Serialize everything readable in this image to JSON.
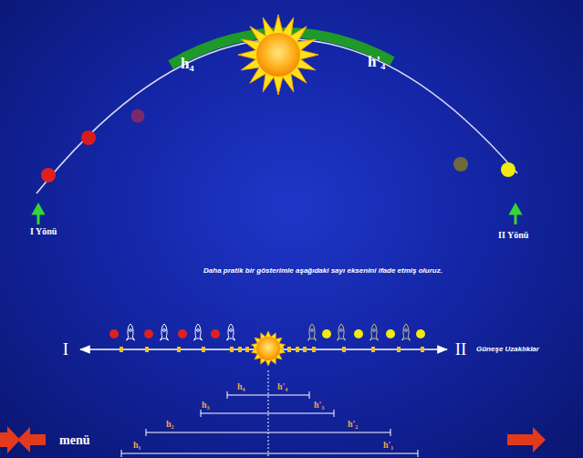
{
  "diagram": {
    "labels": [
      "h₄",
      "h'₄",
      "I Yönü",
      "II Yönü",
      "Daha pratik bir gösterimle aşağıdaki sayı eksenini ifade etmiş oluruz.",
      "I",
      "II",
      "Güneşe Uzaklıklar",
      "h₄",
      "h'₄",
      "h₃",
      "h'₃",
      "h₂",
      "h'₂",
      "h₁",
      "h'₁",
      "menü"
    ]
  }
}
